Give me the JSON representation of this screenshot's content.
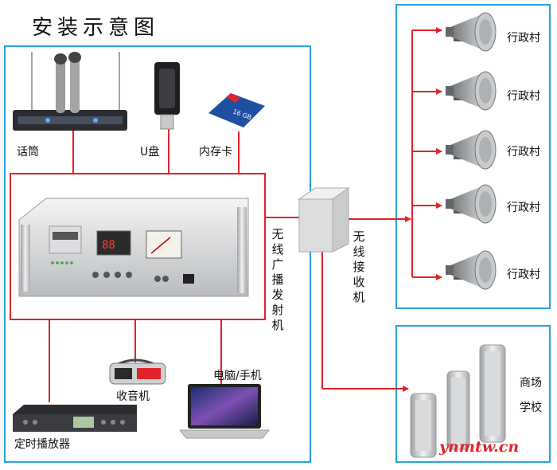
{
  "title": "安装示意图",
  "sources": {
    "mic": "话筒",
    "usb": "U盘",
    "card": "内存卡",
    "radio": "收音机",
    "computer": "电脑/手机",
    "timer": "定时播放器"
  },
  "transmitter_label": "无线广播发射机",
  "receiver_label": "无线接收机",
  "villages": [
    "行政村",
    "行政村",
    "行政村",
    "行政村",
    "行政村"
  ],
  "venues": [
    "商场",
    "学校"
  ],
  "watermark": "ynmtw.cn",
  "colors": {
    "frame_blue": "#29a3d9",
    "wire_red": "#e0242a"
  }
}
